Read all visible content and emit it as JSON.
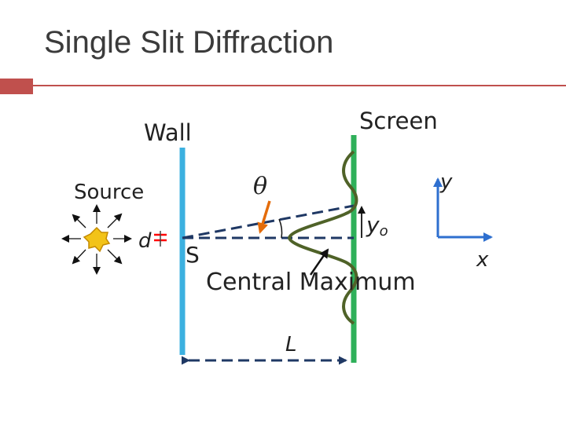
{
  "title": "Single Slit Diffraction",
  "labels": {
    "wall": "Wall",
    "screen": "Screen",
    "source": "Source",
    "central_maximum": "Central Maximum",
    "slit": "S",
    "slit_width": "d",
    "distance": "L",
    "y_axis": "y",
    "x_axis": "x",
    "y0_main": "y",
    "y0_sub": "o",
    "theta": "θ"
  },
  "colors": {
    "accent": "#c0504d",
    "wall": "#3cb0e0",
    "screen": "#2fb05a",
    "pattern": "#4f6228",
    "arrow": "#e46c0a",
    "axes": "#2e6fcf",
    "sun": "#f2c318",
    "slit_marks": "#ff0000",
    "lines": "#1f3864"
  },
  "icons": {
    "source": "sun-icon"
  }
}
